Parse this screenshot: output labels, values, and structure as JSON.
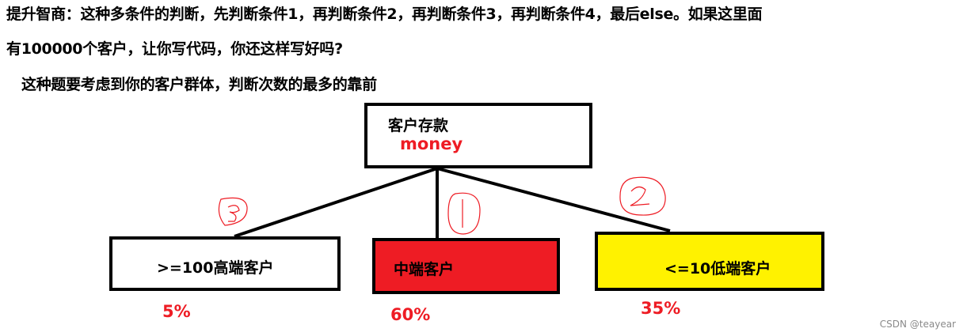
{
  "intro": {
    "line1": "提升智商：这种多条件的判断，先判断条件1，再判断条件2，再判断条件3，再判断条件4，最后else。如果这里面",
    "line2": "有100000个客户，让你写代码，你还这样写好吗?",
    "line3": "这种题要考虑到你的客户群体，判断次数的最多的靠前"
  },
  "root": {
    "title": "客户存款",
    "variable": "money"
  },
  "nodes": [
    {
      "label": ">=100高端客户",
      "percent": "5%",
      "order": "3",
      "fill": "#ffffff"
    },
    {
      "label": "中端客户",
      "percent": "60%",
      "order": "1",
      "fill": "#ee1c24"
    },
    {
      "label": "<=10低端客户",
      "percent": "35%",
      "order": "2",
      "fill": "#fff200"
    }
  ],
  "colors": {
    "accent_red": "#ee1c24",
    "yellow": "#fff200",
    "stroke": "#000000"
  },
  "watermark": "CSDN @teayear"
}
